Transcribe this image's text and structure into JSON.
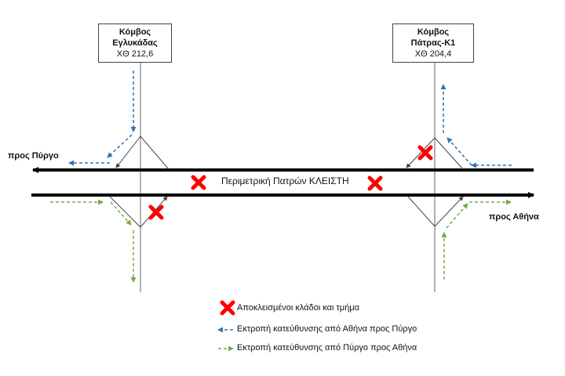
{
  "junctions": {
    "left": {
      "name_line1": "Κόμβος",
      "name_line2": "Εγλυκάδας",
      "km": "ΧΘ 212,6"
    },
    "right": {
      "name_line1": "Κόμβος",
      "name_line2": "Πάτρας-Κ1",
      "km": "ΧΘ 204,4"
    }
  },
  "directions": {
    "to_pyrgos": "προς Πύργο",
    "to_athens": "προς Αθήνα"
  },
  "road_status": "Περιμετρική Πατρών ΚΛΕΙΣΤΗ",
  "legend": {
    "closed": "Αποκλεισμένοι κλάδοι και τμήμα",
    "detour_blue": "Εκτροπή κατεύθυνσης από Αθήνα προς Πύργο",
    "detour_green": "Εκτροπή κατεύθυνσης από Πύργο προς Αθήνα"
  },
  "colors": {
    "blue": "#2E75B6",
    "green": "#70AD47",
    "red": "#FF0000",
    "road": "#000000",
    "ramp": "#444444"
  }
}
